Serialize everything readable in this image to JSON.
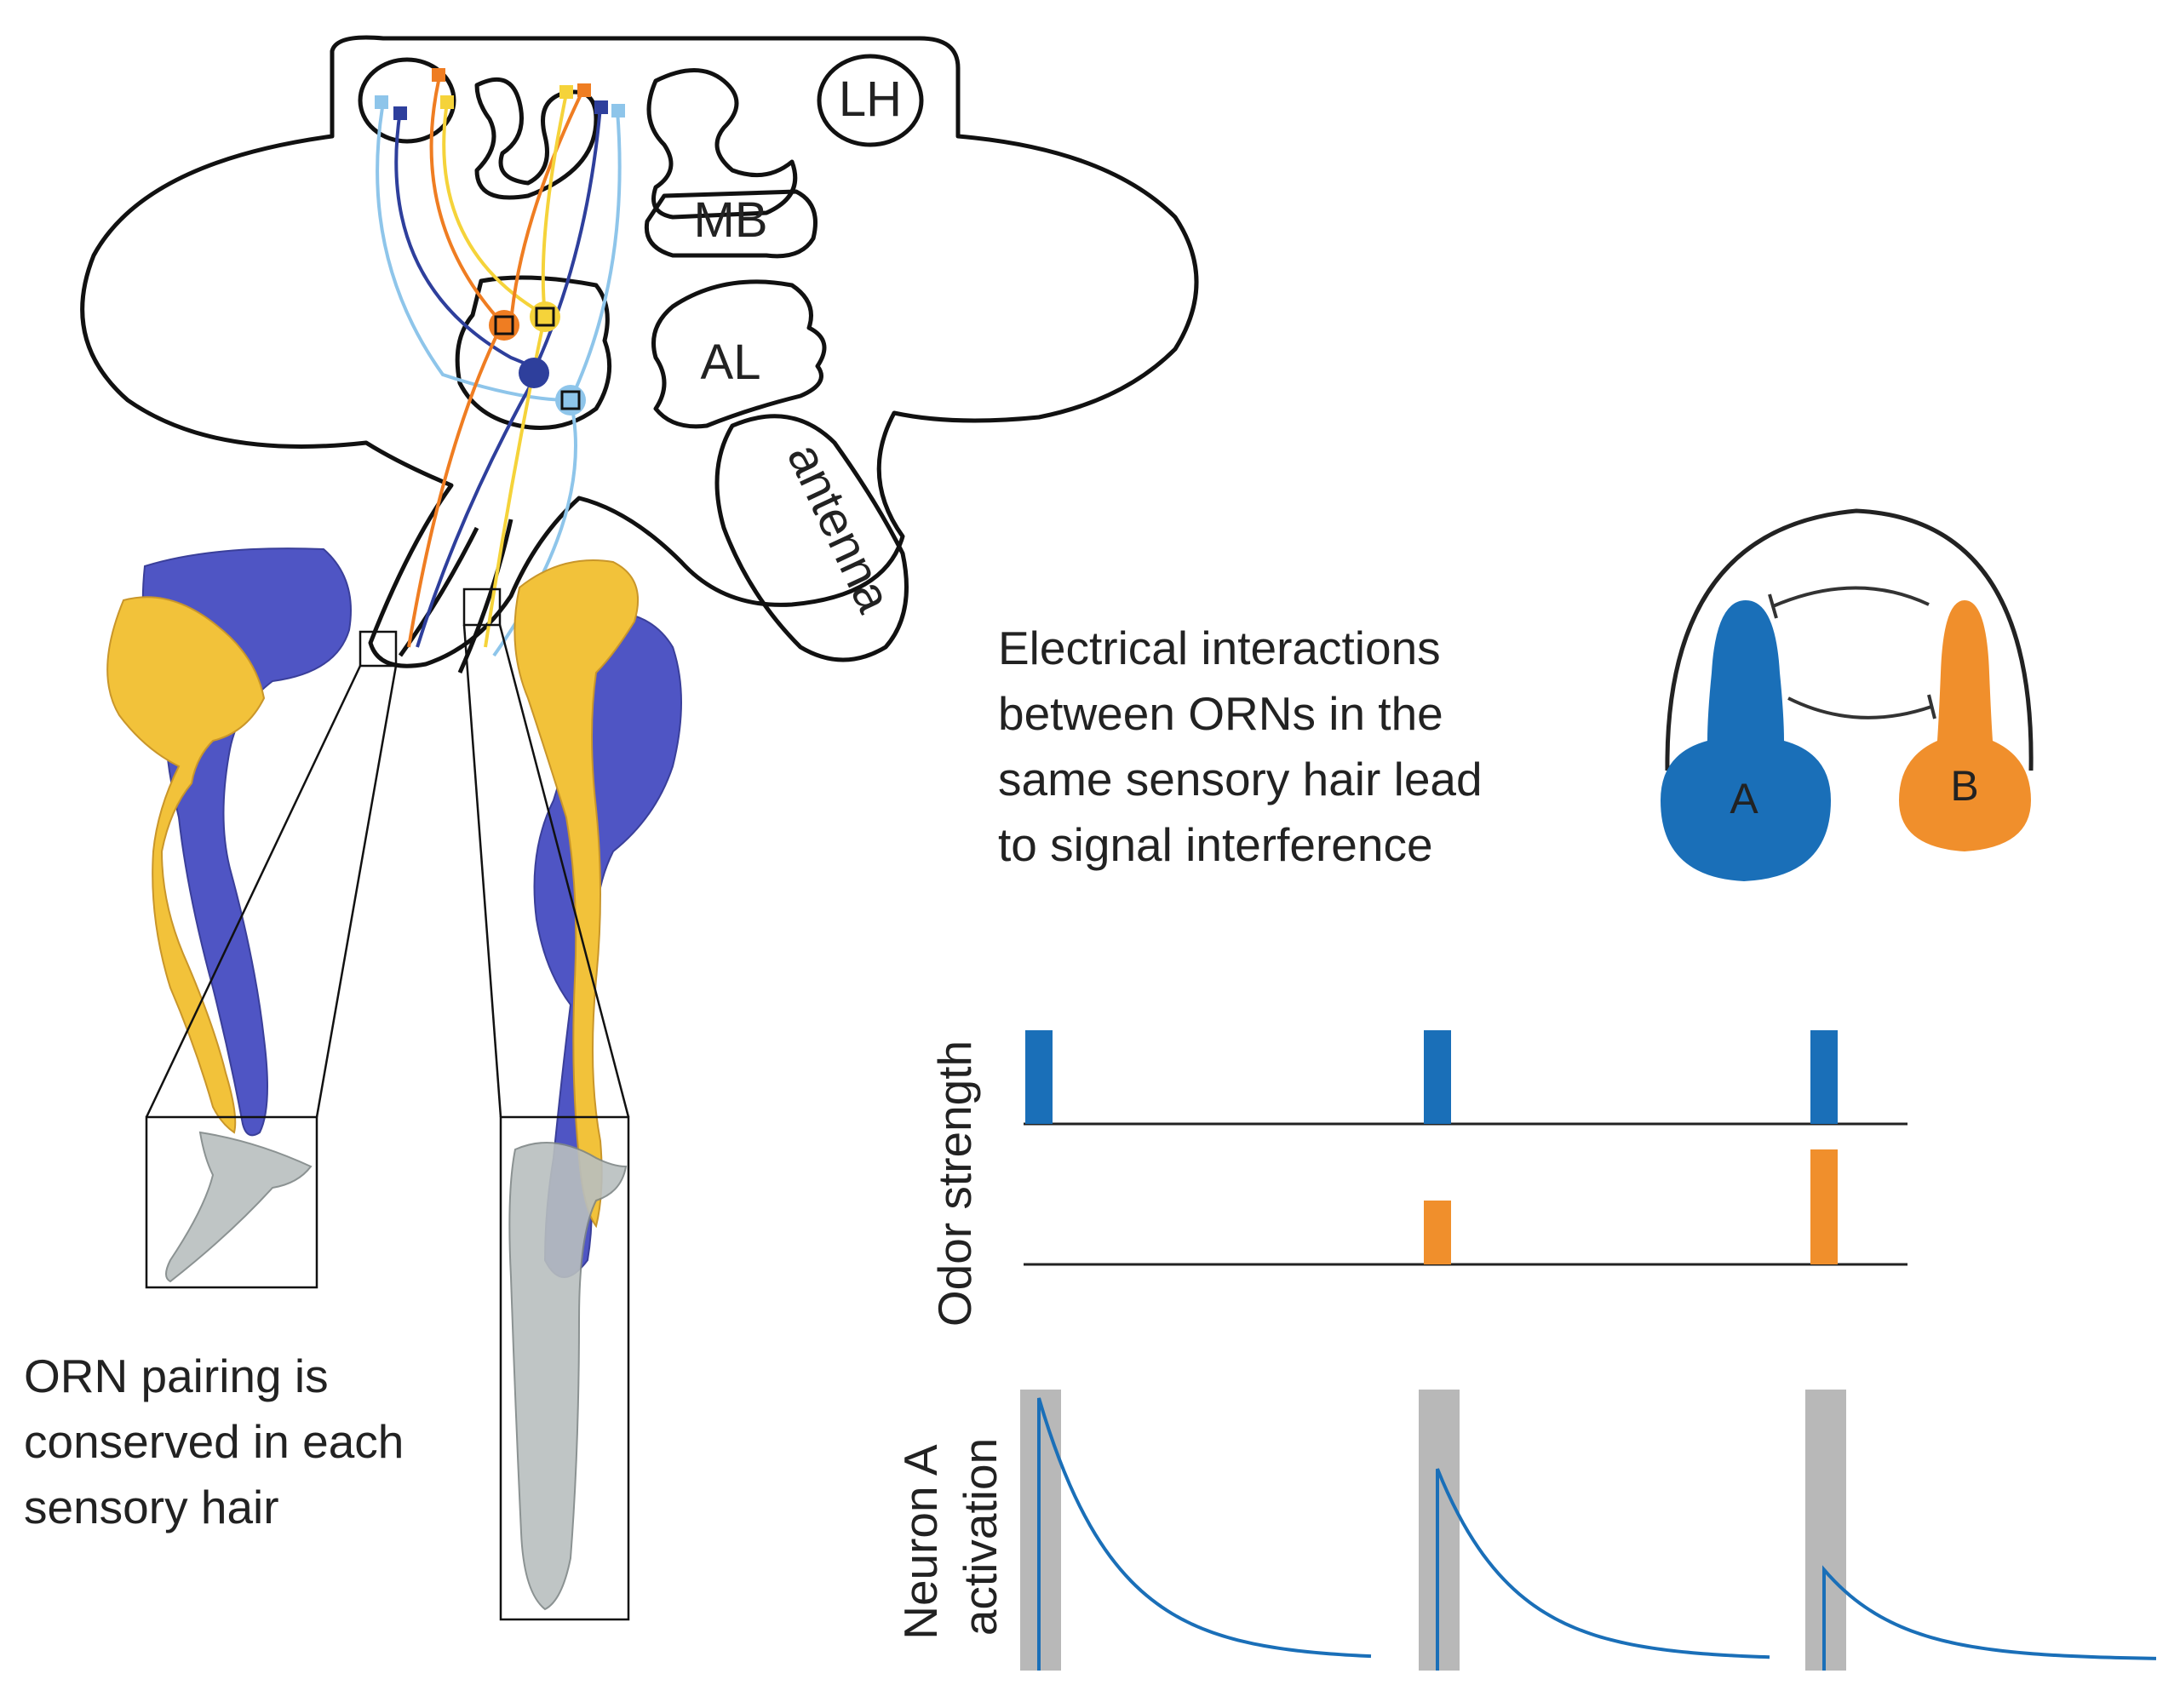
{
  "brain": {
    "regions": {
      "lh": "LH",
      "mb": "MB",
      "al": "AL",
      "antenna": "antenna"
    }
  },
  "captions": {
    "pairing": [
      "ORN pairing is",
      "conserved in each",
      "sensory hair"
    ],
    "interaction": [
      "Electrical interactions",
      "between ORNs in the",
      "same sensory hair lead",
      "to signal interference"
    ]
  },
  "neurons": {
    "a": "A",
    "b": "B"
  },
  "plots": {
    "odor_ylabel": "Odor strength",
    "activation_ylabel": [
      "Neuron A",
      "activation"
    ]
  },
  "colors": {
    "neuron_a": "#1a6fb8",
    "neuron_b": "#f08f2c",
    "orn_blue_dark": "#2e3f9c",
    "orn_blue_light": "#8ec5ea",
    "orn_orange": "#ef7d22",
    "orn_yellow": "#f5d33a",
    "volume_blue": "#4f55c4",
    "volume_yellow": "#f2c23a",
    "stim_shade": "#b8b8b8"
  },
  "chart_data": {
    "type": "line",
    "stimuli": [
      {
        "odor_a": 1.0,
        "odor_b": 0.0,
        "peak_a": 1.0
      },
      {
        "odor_a": 1.0,
        "odor_b": 0.5,
        "peak_a": 0.74
      },
      {
        "odor_a": 1.0,
        "odor_b": 1.0,
        "peak_a": 0.37
      }
    ]
  }
}
